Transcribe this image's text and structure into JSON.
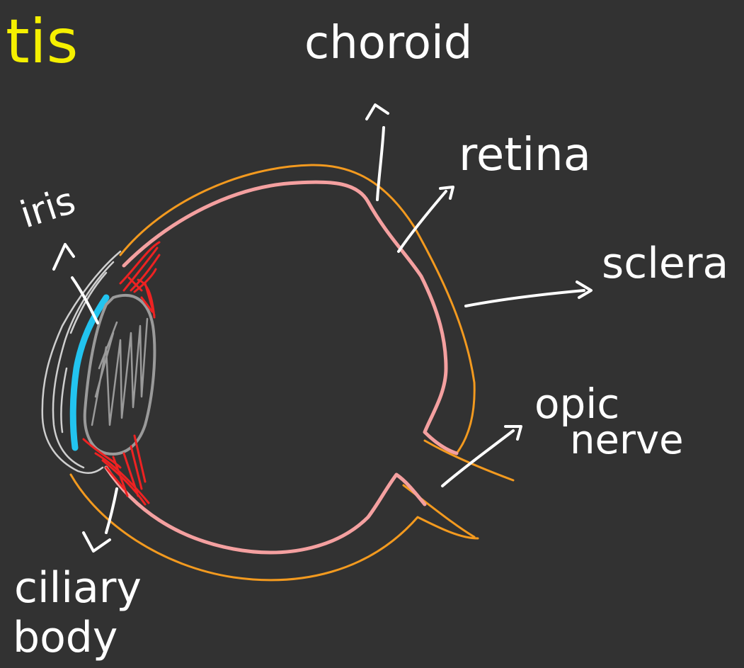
{
  "title": "tis",
  "labels": {
    "choroid": "choroid",
    "retina": "retina",
    "sclera": "sclera",
    "iris": "iris",
    "optic_nerve_line1": "opic",
    "optic_nerve_line2": "nerve",
    "ciliary_line1": "ciliary",
    "ciliary_line2": "body"
  },
  "colors": {
    "background": "#323232",
    "title": "#f5f000",
    "label": "#ffffff",
    "sclera": "#f39a1f",
    "retina": "#f4a0a0",
    "iris": "#22c4f0",
    "lens": "#9a9a9a",
    "ciliary": "#ee2222",
    "cornea": "#cfcfcf"
  }
}
